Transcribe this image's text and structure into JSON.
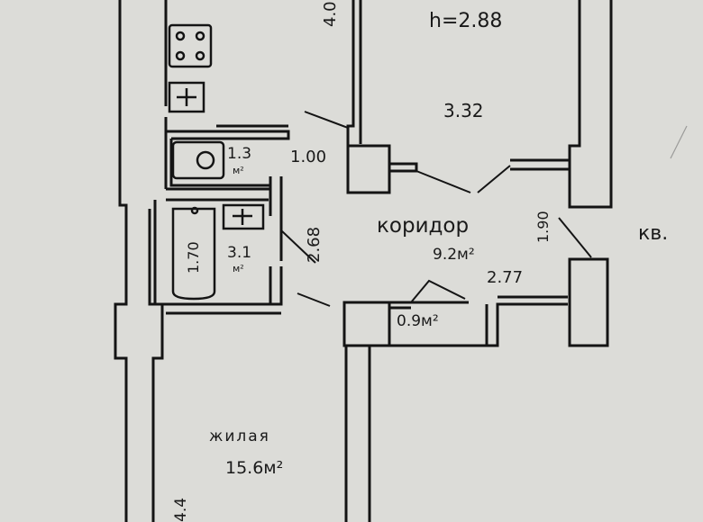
{
  "plan": {
    "ceiling_height": "h=2.88",
    "kitchen_width": "3.32",
    "kitchen_side": "4.0",
    "toilet_area": "1.3",
    "toilet_unit": "м²",
    "door_width": "1.00",
    "bathroom_length": "1.70",
    "bathroom_area": "3.1",
    "bathroom_unit": "м²",
    "bathroom_side": "2.68",
    "corridor_label": "коридор",
    "corridor_area": "9.2м²",
    "corridor_side": "1.90",
    "corridor_length": "2.77",
    "closet_area": "0.9м²",
    "apartment_label": "кв.",
    "living_label": "жилая",
    "living_area": "15.6м²",
    "living_side": "4.4"
  }
}
